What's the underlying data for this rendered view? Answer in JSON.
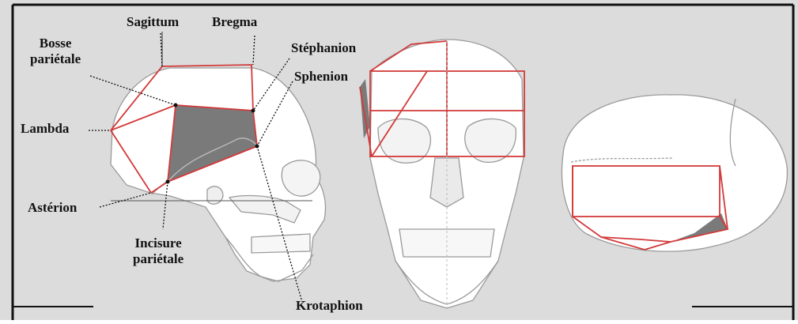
{
  "labels": {
    "sagittum": "Sagittum",
    "bregma": "Bregma",
    "bosse_line1": "Bosse",
    "bosse_line2": "pariétale",
    "stephanion": "Stéphanion",
    "sphenion": "Sphenion",
    "lambda": "Lambda",
    "asterion": "Astérion",
    "incisure_line1": "Incisure",
    "incisure_line2": "pariétale",
    "krotaphion": "Krotaphion"
  },
  "colors": {
    "background": "#dcdcdc",
    "frame": "#111111",
    "outline_red": "#d23a3a",
    "fill_dark": "#7a7a7a",
    "bone": "#ffffff",
    "bone_line": "#9a9a9a"
  }
}
